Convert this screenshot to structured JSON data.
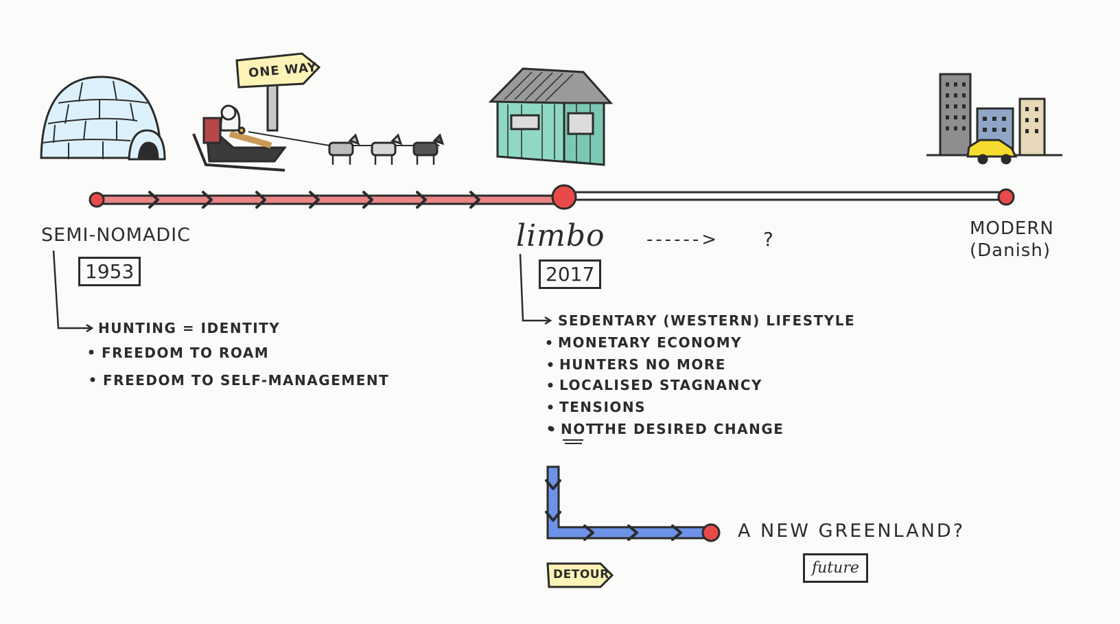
{
  "sign": {
    "text": "ONE WAY"
  },
  "stages": {
    "start": {
      "label": "SEMI-NOMADIC",
      "year": "1953"
    },
    "middle": {
      "label": "limbo",
      "year": "2017",
      "trail": "------>",
      "question": "?"
    },
    "end": {
      "label_line1": "MODERN",
      "label_line2": "(Danish)"
    }
  },
  "points_1953": {
    "first": "HUNTING = IDENTITY",
    "items": [
      "FREEDOM TO ROAM",
      "FREEDOM TO SELF-MANAGEMENT"
    ]
  },
  "points_2017": {
    "first": "SEDENTARY (WESTERN) LIFESTYLE",
    "items": [
      "MONETARY ECONOMY",
      "HUNTERS NO MORE",
      "LOCALISED STAGNANCY",
      "TENSIONS"
    ],
    "last_emphasis": "NOT",
    "last_rest": "THE DESIRED CHANGE"
  },
  "detour": {
    "sign": "DETOUR",
    "destination": "A NEW GREENLAND?",
    "tag": "future"
  },
  "colors": {
    "timeline_past": "#e98585",
    "timeline_future": "#ffffff",
    "detour_path": "#6d93e8",
    "node": "#e84a4a",
    "ink": "#2b2b2b",
    "sign_yellow": "#fbf4b6",
    "house": "#8ed8c4",
    "igloo": "#dcf1fb",
    "car": "#f7dc2f"
  }
}
